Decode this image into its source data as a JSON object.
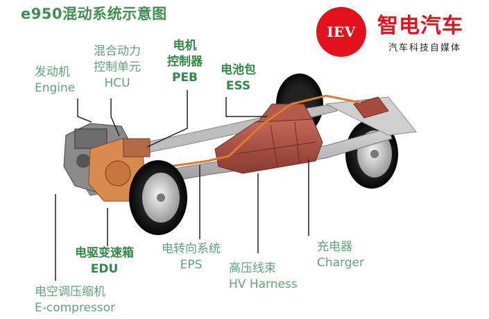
{
  "header": {
    "title": "e950混动系统示意图"
  },
  "brand": {
    "logo_text": "IEV",
    "name": "智电汽车",
    "tagline": "汽车科技自媒体"
  },
  "labels": {
    "engine": {
      "zh": "发动机",
      "en": "Engine"
    },
    "hcu": {
      "zh": "混合动力",
      "zh2": "控制单元",
      "en": "HCU"
    },
    "peb": {
      "zh": "电机",
      "zh2": "控制器",
      "en": "PEB"
    },
    "ess": {
      "zh": "电池包",
      "en": "ESS"
    },
    "edu": {
      "zh": "电驱变速箱",
      "en": "EDU"
    },
    "eps": {
      "zh": "电转向系统",
      "en": "EPS"
    },
    "harness": {
      "zh": "高压线束",
      "en": "HV Harness"
    },
    "charger": {
      "zh": "充电器",
      "en": "Charger"
    },
    "ecomp": {
      "zh": "电空调压缩机",
      "en": "E-compressor"
    }
  },
  "colors": {
    "accent_green": "#5fa37a",
    "brand_red": "#e3111c",
    "battery_red": "#a64a3d"
  }
}
